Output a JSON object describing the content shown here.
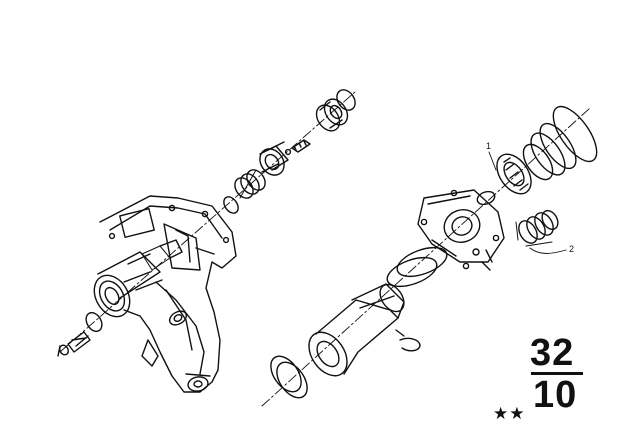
{
  "callouts": [
    {
      "number": "1"
    },
    {
      "number": "2"
    }
  ],
  "group_number": {
    "top": "32",
    "bottom": "10"
  },
  "marker": "★★"
}
